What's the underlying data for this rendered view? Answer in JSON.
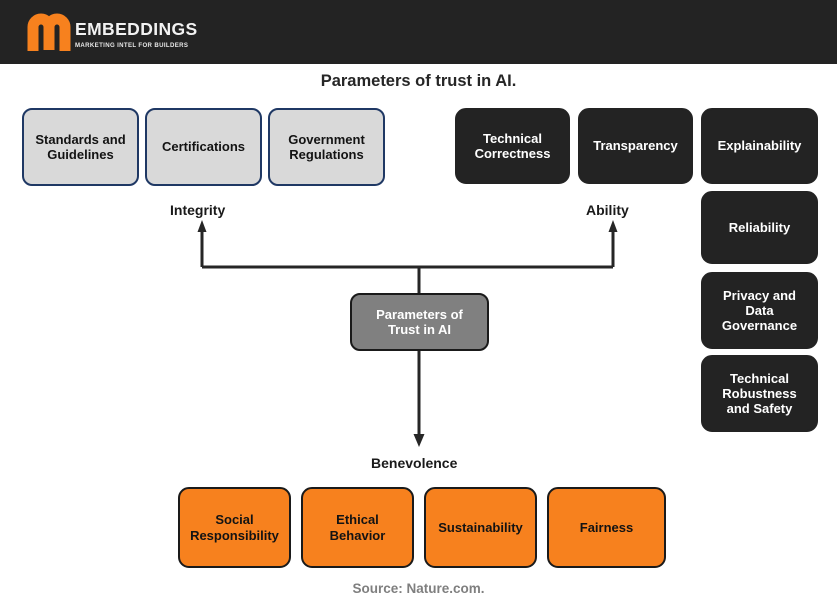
{
  "header": {
    "logo_wordmark": "EMBEDDINGS",
    "logo_tagline": "MARKETING INTEL FOR BUILDERS",
    "logo_mark_icon": "m-monogram-icon",
    "background_color": "#232323",
    "accent_color": "#f7811e"
  },
  "chart_data": {
    "type": "diagram",
    "title": "Parameters of trust in AI.",
    "source": "Source: Nature.com.",
    "center_node": "Parameters of\nTrust in AI",
    "center_node_line1": "Parameters of",
    "center_node_line2": "Trust in AI",
    "branches": [
      {
        "label": "Integrity",
        "color": "#d9d9d9",
        "border_color": "#1f3864",
        "text_color": "#131313",
        "items": [
          "Standards and Guidelines",
          "Certifications",
          "Government Regulations"
        ]
      },
      {
        "label": "Ability",
        "color": "#232323",
        "border_color": "#232323",
        "text_color": "#ffffff",
        "items": [
          "Technical Correctness",
          "Transparency",
          "Explainability",
          "Reliability",
          "Privacy and Data Governance",
          "Technical Robustness and Safety"
        ]
      },
      {
        "label": "Benevolence",
        "color": "#f7811e",
        "border_color": "#1a1a1a",
        "text_color": "#131313",
        "items": [
          "Social Responsibility",
          "Ethical Behavior",
          "Sustainability",
          "Fairness"
        ]
      }
    ],
    "nodes": {
      "integrity": [
        {
          "line1": "Standards and",
          "line2": "Guidelines"
        },
        {
          "line1": "Certifications",
          "line2": ""
        },
        {
          "line1": "Government",
          "line2": "Regulations"
        }
      ],
      "ability_top": [
        {
          "line1": "Technical",
          "line2": "Correctness"
        },
        {
          "line1": "Transparency",
          "line2": ""
        },
        {
          "line1": "Explainability",
          "line2": ""
        }
      ],
      "ability_side": [
        {
          "line1": "Reliability",
          "line2": "",
          "line3": ""
        },
        {
          "line1": "Privacy and",
          "line2": "Data",
          "line3": "Governance"
        },
        {
          "line1": "Technical",
          "line2": "Robustness",
          "line3": "and Safety"
        }
      ],
      "benevolence": [
        {
          "line1": "Social",
          "line2": "Responsibility"
        },
        {
          "line1": "Ethical",
          "line2": "Behavior"
        },
        {
          "line1": "Sustainability",
          "line2": ""
        },
        {
          "line1": "Fairness",
          "line2": ""
        }
      ]
    },
    "branch_labels": {
      "integrity": "Integrity",
      "ability": "Ability",
      "benevolence": "Benevolence"
    }
  }
}
